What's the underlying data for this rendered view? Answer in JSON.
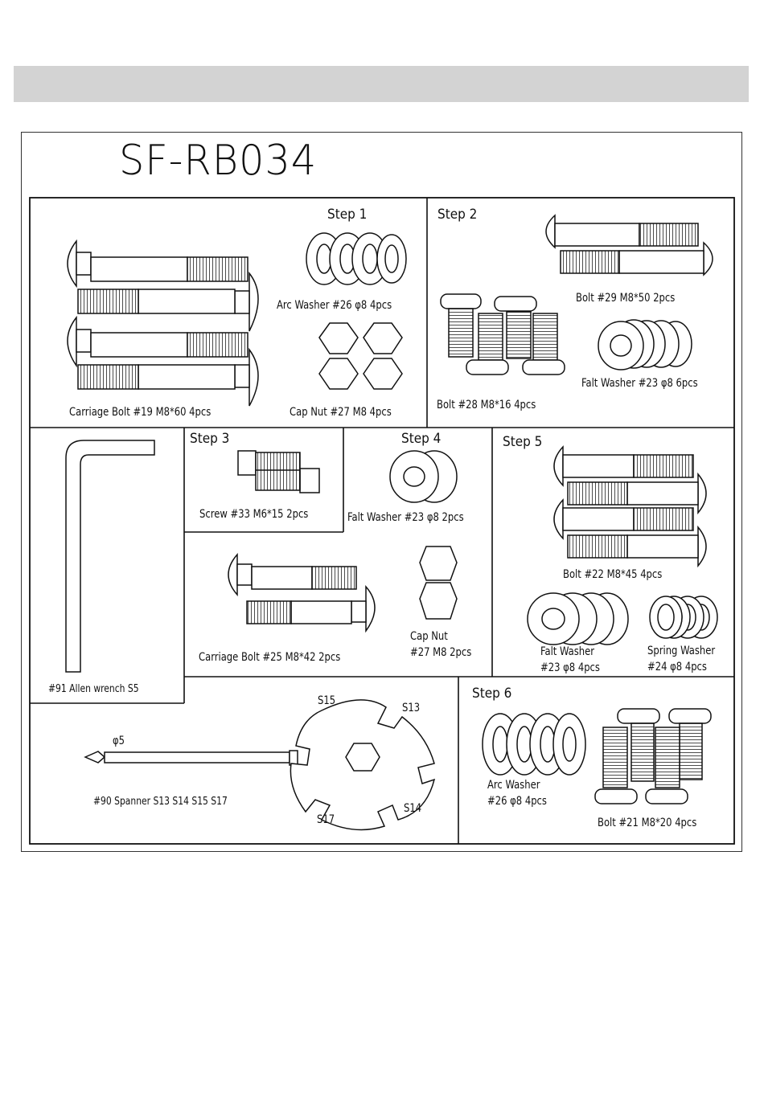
{
  "model": "SF-RB034",
  "steps": {
    "s1": "Step 1",
    "s2": "Step 2",
    "s3": "Step 3",
    "s4": "Step 4",
    "s5": "Step 5",
    "s6": "Step 6"
  },
  "parts": {
    "arc_washer_26": "Arc Washer #26 φ8 4pcs",
    "carriage_bolt_19": "Carriage Bolt #19 M8*60  4pcs",
    "cap_nut_27": "Cap Nut #27 M8 4pcs",
    "bolt_29": "Bolt #29 M8*50 2pcs",
    "falt_washer_23_6": "Falt Washer #23 φ8 6pcs",
    "bolt_28": "Bolt #28 M8*16 4pcs",
    "screw_33": "Screw #33 M6*15 2pcs",
    "falt_washer_23_2": "Falt Washer #23 φ8 2pcs",
    "allen_wrench_91": "#91 Allen wrench   S5",
    "carriage_bolt_25": "Carriage Bolt #25 M8*42 2pcs",
    "cap_nut_27_2_line1": "Cap Nut",
    "cap_nut_27_2_line2": "#27 M8 2pcs",
    "bolt_22": "Bolt #22 M8*45 4pcs",
    "falt_washer_23_4_line1": "Falt Washer",
    "falt_washer_23_4_line2": "#23 φ8 4pcs",
    "spring_washer_24_line1": "Spring Washer",
    "spring_washer_24_line2": "#24 φ8 4pcs",
    "spanner_90": "#90 Spanner S13   S14   S15   S17",
    "arc_washer_26_6_line1": "Arc Washer",
    "arc_washer_26_6_line2": "#26 φ8 4pcs",
    "bolt_21": "Bolt #21 M8*20 4pcs"
  },
  "spanner_labels": {
    "s15": "S15",
    "s13": "S13",
    "s14": "S14",
    "s17": "S17",
    "phi5": "φ5"
  }
}
